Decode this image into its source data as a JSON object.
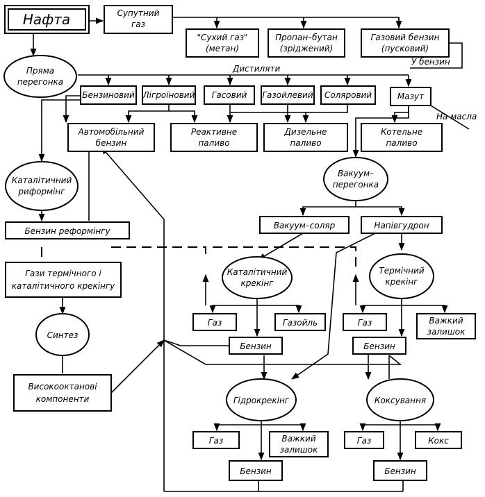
{
  "nodes": {
    "oil": "Нафта",
    "assoc_gas": [
      "Супутний",
      "газ"
    ],
    "dry_gas": [
      "\"Сухий газ\"",
      "(метан)"
    ],
    "propane": [
      "Пропан–бутан",
      "(зріджений)"
    ],
    "gas_gasoline": [
      "Газовий бензин",
      "(пусковий)"
    ],
    "to_gasoline": "У бензин",
    "straight_run": [
      "Пряма",
      "перегонка"
    ],
    "distillates": "Дистиляти",
    "gasoline_frac": "Бензиновий",
    "ligroin_frac": "Лігроїновий",
    "gas_frac": "Гасовий",
    "gasoil_frac": "Газойлевий",
    "solar_frac": "Соляровий",
    "mazut": "Мазут",
    "to_oils": "На масла",
    "auto_gasoline": [
      "Автомобільний",
      "бензин"
    ],
    "jet_fuel": [
      "Реактивне",
      "паливо"
    ],
    "diesel_fuel": [
      "Дизельне",
      "паливо"
    ],
    "boiler_fuel": [
      "Котельне",
      "паливо"
    ],
    "cat_reforming": [
      "Каталітичний",
      "риформінг"
    ],
    "reforming_gasoline": "Бензин реформінгу",
    "vacuum_distill": [
      "Вакуум–",
      "перегонка"
    ],
    "vacuum_solar": "Вакуум–соляр",
    "semi_tar": "Напівгудрон",
    "cracking_gases": [
      "Гази термічного і",
      "каталітичного крекінгу"
    ],
    "cat_cracking": [
      "Каталітичний",
      "крекінг"
    ],
    "thermal_cracking": [
      "Термічний",
      "крекінг"
    ],
    "cc_gas": "Газ",
    "cc_gasoil": "Газойль",
    "tc_gas": "Газ",
    "tc_residue": [
      "Важкий",
      "залишок"
    ],
    "synthesis": "Синтез",
    "cc_gasoline": "Бензин",
    "tc_gasoline": "Бензин",
    "high_octane": [
      "Високооктанові",
      "компоненти"
    ],
    "hydrocracking": "Гідрокрекінг",
    "coking": "Коксування",
    "hc_gas": "Газ",
    "hc_residue": [
      "Важкий",
      "залишок"
    ],
    "ck_gas": "Газ",
    "ck_coke": "Кокс",
    "hc_gasoline": "Бензин",
    "ck_gasoline": "Бензин"
  }
}
